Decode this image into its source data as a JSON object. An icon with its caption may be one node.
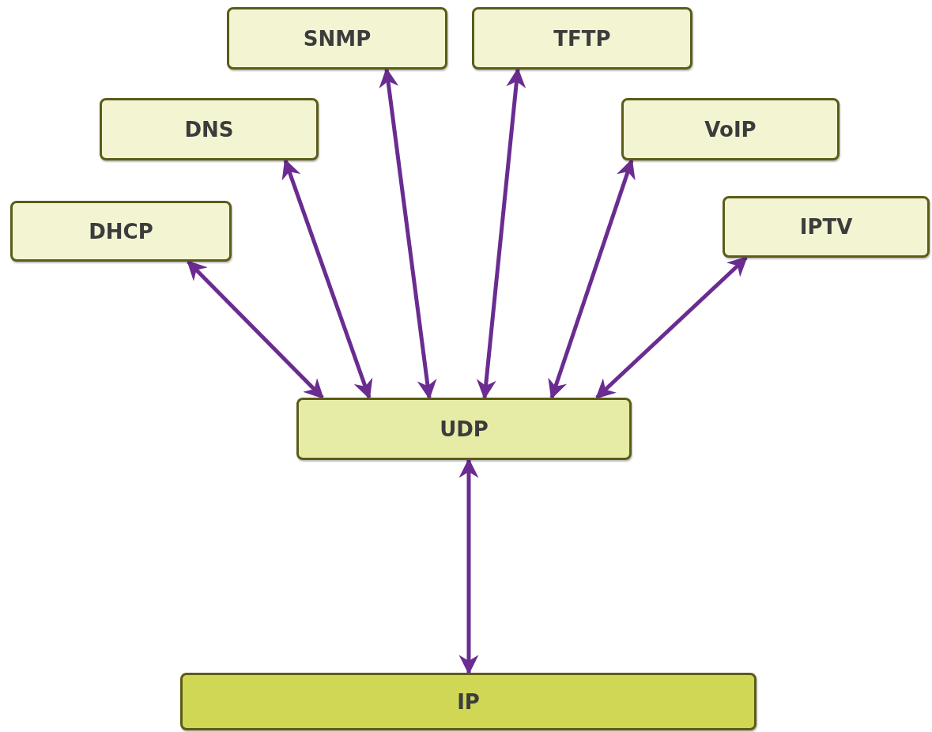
{
  "diagram": {
    "nodes": [
      {
        "text": [
          "SNMP"
        ]
      },
      {
        "text": [
          "TFTP"
        ]
      },
      {
        "text": [
          "DNS"
        ]
      },
      {
        "text": [
          "VoIP"
        ]
      },
      {
        "text": [
          "DHCP"
        ]
      },
      {
        "text": [
          "IPTV"
        ]
      },
      {
        "text": [
          "UDP"
        ]
      },
      {
        "text": [
          "IP"
        ]
      }
    ],
    "edges": [
      {
        "from": 4,
        "to": 6,
        "arrow": "both"
      },
      {
        "from": 2,
        "to": 6,
        "arrow": "both"
      },
      {
        "from": 0,
        "to": 6,
        "arrow": "both"
      },
      {
        "from": 1,
        "to": 6,
        "arrow": "both"
      },
      {
        "from": 3,
        "to": 6,
        "arrow": "both"
      },
      {
        "from": 5,
        "to": 6,
        "arrow": "both"
      },
      {
        "from": 6,
        "to": 7,
        "arrow": "both"
      }
    ]
  }
}
